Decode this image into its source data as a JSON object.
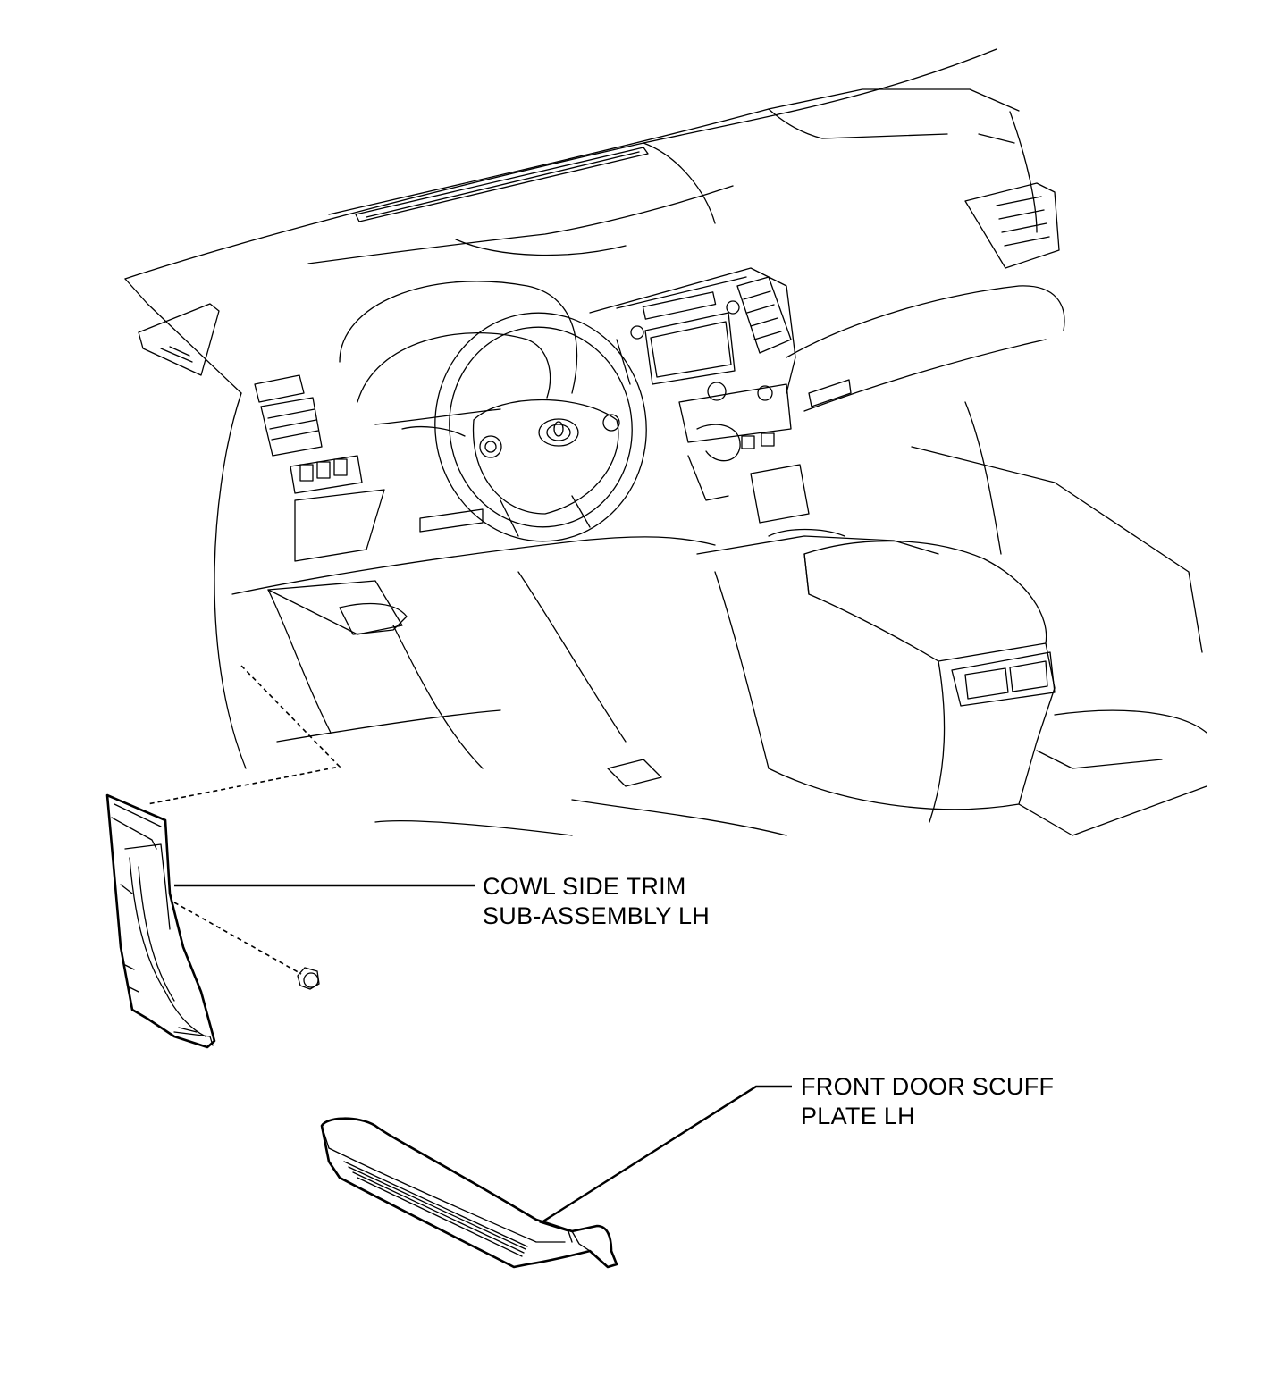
{
  "labels": {
    "cowl_side_trim": {
      "line1": "COWL SIDE TRIM",
      "line2": "SUB-ASSEMBLY LH"
    },
    "front_door_scuff": {
      "line1": "FRONT DOOR SCUFF",
      "line2": "PLATE LH"
    }
  }
}
